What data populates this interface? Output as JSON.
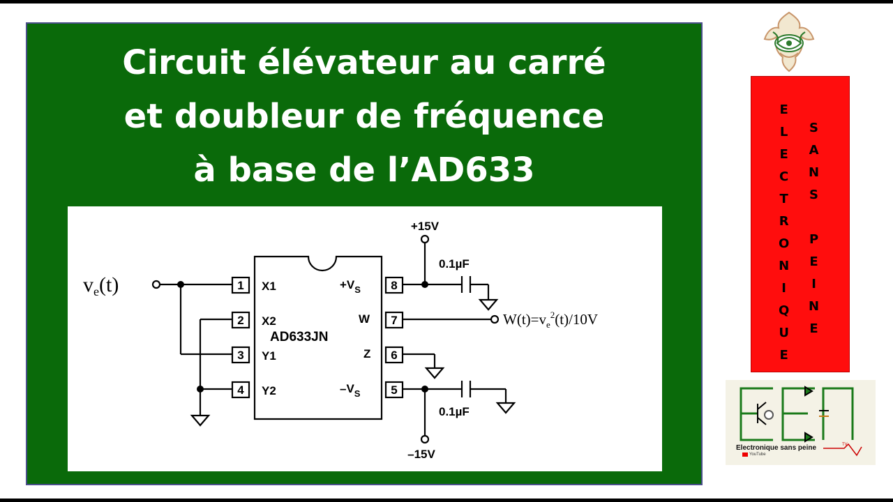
{
  "title": {
    "line1": "Circuit élévateur au carré",
    "line2": "et doubleur de fréquence",
    "line3": "à base de l’AD633"
  },
  "schematic": {
    "input_label": "v",
    "input_sub": "e",
    "input_tail": "(t)",
    "chip_name": "AD633JN",
    "pins_left": [
      {
        "num": "1",
        "label": "X1"
      },
      {
        "num": "2",
        "label": "X2"
      },
      {
        "num": "3",
        "label": "Y1"
      },
      {
        "num": "4",
        "label": "Y2"
      }
    ],
    "pins_right": [
      {
        "num": "8",
        "label": "+V",
        "sub": "S"
      },
      {
        "num": "7",
        "label": "W",
        "sub": ""
      },
      {
        "num": "6",
        "label": "Z",
        "sub": ""
      },
      {
        "num": "5",
        "label": "–V",
        "sub": "S"
      }
    ],
    "supply_pos": "+15V",
    "supply_neg": "–15V",
    "cap_top": "0.1µF",
    "cap_bottom": "0.1µF",
    "output_prefix": "W(t)=v",
    "output_sub": "e",
    "output_sup": "2",
    "output_suffix": "(t)/10V"
  },
  "sidebar": {
    "col1": [
      "E",
      "L",
      "E",
      "C",
      "T",
      "R",
      "O",
      "N",
      "I",
      "Q",
      "U",
      "E"
    ],
    "col2": [
      "S",
      "A",
      "N",
      "S",
      "",
      "P",
      "E",
      "I",
      "N",
      "E"
    ],
    "colors": {
      "box": "#ff0d0d",
      "panel": "#0a6a0a"
    }
  },
  "logo": {
    "caption": "Electronique sans peine",
    "yt": "YouTube",
    "tv": "TV",
    "icons": [
      "seal-logo",
      "een-logo"
    ]
  }
}
